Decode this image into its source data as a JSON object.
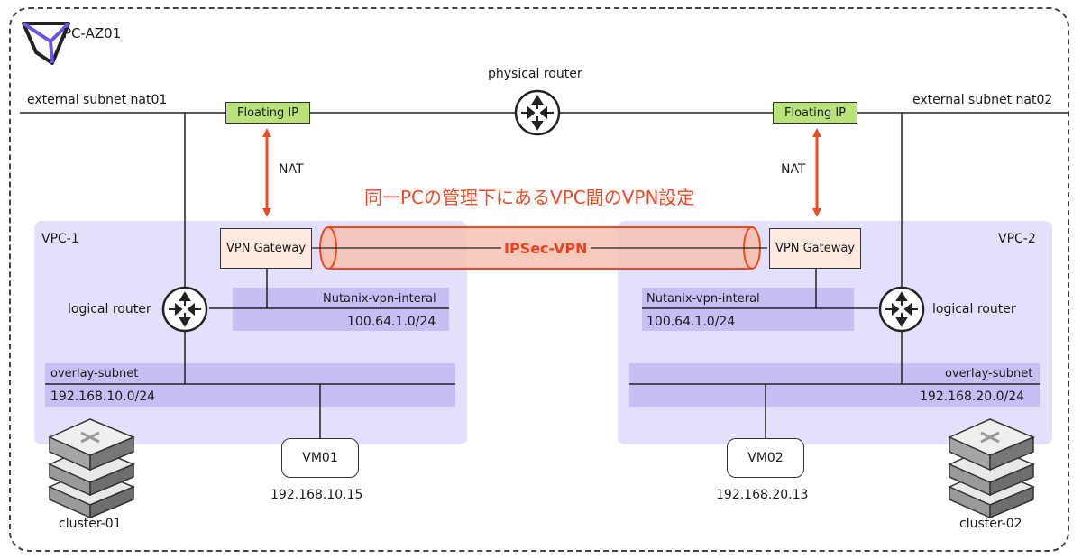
{
  "prism_central": {
    "name": "PC-AZ01"
  },
  "physical_router": {
    "label": "physical router"
  },
  "external_subnets": {
    "left": "external subnet nat01",
    "right": "external subnet nat02"
  },
  "floating_ip": {
    "left": "Floating IP",
    "right": "Floating IP"
  },
  "nat": {
    "left": "NAT",
    "right": "NAT"
  },
  "title": "同一PCの管理下にあるVPC間のVPN設定",
  "tunnel": {
    "label": "IPSec-VPN"
  },
  "vpc1": {
    "name": "VPC-1",
    "vpn_gateway": "VPN Gateway",
    "logical_router": "logical router",
    "vpn_subnet": {
      "name": "Nutanix-vpn-interal",
      "cidr": "100.64.1.0/24"
    },
    "overlay": {
      "name": "overlay-subnet",
      "cidr": "192.168.10.0/24"
    },
    "vm": {
      "name": "VM01",
      "ip": "192.168.10.15"
    },
    "cluster": "cluster-01"
  },
  "vpc2": {
    "name": "VPC-2",
    "vpn_gateway": "VPN Gateway",
    "logical_router": "logical router",
    "vpn_subnet": {
      "name": "Nutanix-vpn-interal",
      "cidr": "100.64.1.0/24"
    },
    "overlay": {
      "name": "overlay-subnet",
      "cidr": "192.168.20.0/24"
    },
    "vm": {
      "name": "VM02",
      "ip": "192.168.20.13"
    },
    "cluster": "cluster-02"
  },
  "colors": {
    "vpc_fill": "#e3e0fb",
    "subnet_band": "#c6bff3",
    "floating_ip": "#b9e27a",
    "gateway": "#fde9df",
    "accent_red": "#ef4a25"
  }
}
